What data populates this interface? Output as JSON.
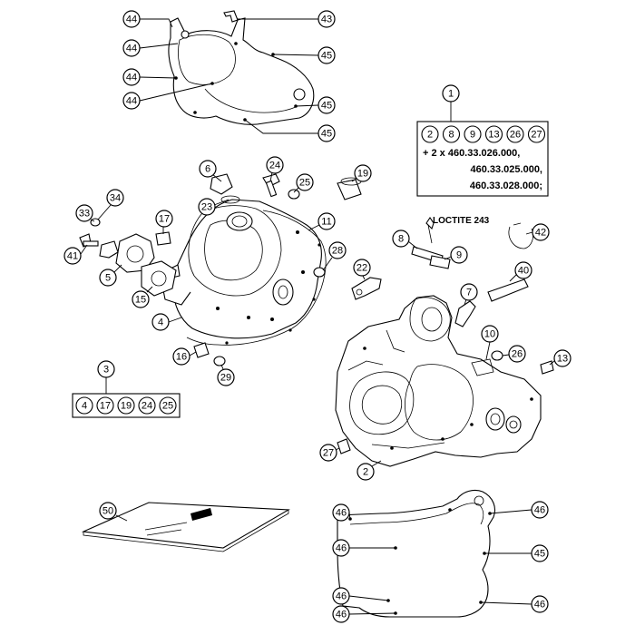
{
  "callouts": [
    {
      "id": "c-44a",
      "label": "44"
    },
    {
      "id": "c-44b",
      "label": "44"
    },
    {
      "id": "c-44c",
      "label": "44"
    },
    {
      "id": "c-44d",
      "label": "44"
    },
    {
      "id": "c-43",
      "label": "43"
    },
    {
      "id": "c-45a",
      "label": "45"
    },
    {
      "id": "c-45b",
      "label": "45"
    },
    {
      "id": "c-45c",
      "label": "45"
    },
    {
      "id": "c-1",
      "label": "1"
    },
    {
      "id": "c-6",
      "label": "6"
    },
    {
      "id": "c-24",
      "label": "24"
    },
    {
      "id": "c-25",
      "label": "25"
    },
    {
      "id": "c-19",
      "label": "19"
    },
    {
      "id": "c-34",
      "label": "34"
    },
    {
      "id": "c-33",
      "label": "33"
    },
    {
      "id": "c-23",
      "label": "23"
    },
    {
      "id": "c-17",
      "label": "17"
    },
    {
      "id": "c-11",
      "label": "11"
    },
    {
      "id": "c-41",
      "label": "41"
    },
    {
      "id": "c-5",
      "label": "5"
    },
    {
      "id": "c-28",
      "label": "28"
    },
    {
      "id": "c-15",
      "label": "15"
    },
    {
      "id": "c-4",
      "label": "4"
    },
    {
      "id": "c-8",
      "label": "8"
    },
    {
      "id": "c-9",
      "label": "9"
    },
    {
      "id": "c-42",
      "label": "42"
    },
    {
      "id": "c-22",
      "label": "22"
    },
    {
      "id": "c-40",
      "label": "40"
    },
    {
      "id": "c-7",
      "label": "7"
    },
    {
      "id": "c-10",
      "label": "10"
    },
    {
      "id": "c-16",
      "label": "16"
    },
    {
      "id": "c-29",
      "label": "29"
    },
    {
      "id": "c-26",
      "label": "26"
    },
    {
      "id": "c-13",
      "label": "13"
    },
    {
      "id": "c-3",
      "label": "3"
    },
    {
      "id": "c-27",
      "label": "27"
    },
    {
      "id": "c-2",
      "label": "2"
    },
    {
      "id": "c-50",
      "label": "50"
    },
    {
      "id": "c-46a",
      "label": "46"
    },
    {
      "id": "c-46b",
      "label": "46"
    },
    {
      "id": "c-46c",
      "label": "46"
    },
    {
      "id": "c-45d",
      "label": "45"
    },
    {
      "id": "c-46d",
      "label": "46"
    },
    {
      "id": "c-46e",
      "label": "46"
    },
    {
      "id": "c-46f",
      "label": "46"
    }
  ],
  "kit_box_1": {
    "items": [
      "2",
      "8",
      "9",
      "13",
      "26",
      "27"
    ],
    "lines": [
      "+ 2 x 460.33.026.000,",
      "460.33.025.000,",
      "460.33.028.000;"
    ]
  },
  "kit_box_3": {
    "items": [
      "4",
      "17",
      "19",
      "24",
      "25"
    ]
  },
  "note": {
    "loctite": "LOCTITE 243"
  }
}
